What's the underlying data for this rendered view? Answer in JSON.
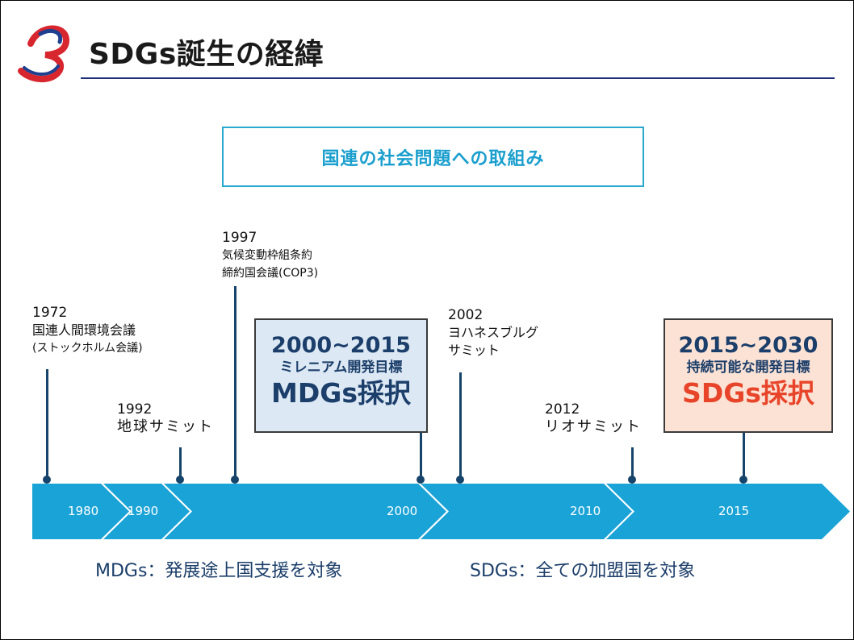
{
  "header": {
    "title": "SDGs誕生の経緯"
  },
  "un_box": {
    "text": "国連の社会問題への取組み"
  },
  "events": {
    "e1972": {
      "year": "1972",
      "line1": "国連人間環境会議",
      "line2": "(ストックホルム会議)"
    },
    "e1992": {
      "year": "1992",
      "line1": "地球サミット"
    },
    "e1997": {
      "year": "1997",
      "line1": "気候変動枠組条約",
      "line2": "締約国会議(COP3)"
    },
    "e2002": {
      "year": "2002",
      "line1": "ヨハネスブルグ",
      "line2": "サミット"
    },
    "e2012": {
      "year": "2012",
      "line1": "リオサミット"
    }
  },
  "mdgs_box": {
    "years": "2000~2015",
    "subtitle": "ミレニアム開発目標",
    "main": "MDGs採択"
  },
  "sdgs_box": {
    "years": "2015~2030",
    "subtitle": "持続可能な開発目標",
    "main": "SDGs採択"
  },
  "timeline": {
    "labels": [
      "1980",
      "1990",
      "2000",
      "2010",
      "2015"
    ]
  },
  "notes": {
    "mdgs": "MDGs：発展途上国支援を対象",
    "sdgs": "SDGs：全ての加盟国を対象"
  },
  "colors": {
    "timeline": "#1aa3d6",
    "title_rule": "#1f2f7a",
    "un_border": "#29a9cf",
    "sdgs_accent": "#e8442a"
  }
}
